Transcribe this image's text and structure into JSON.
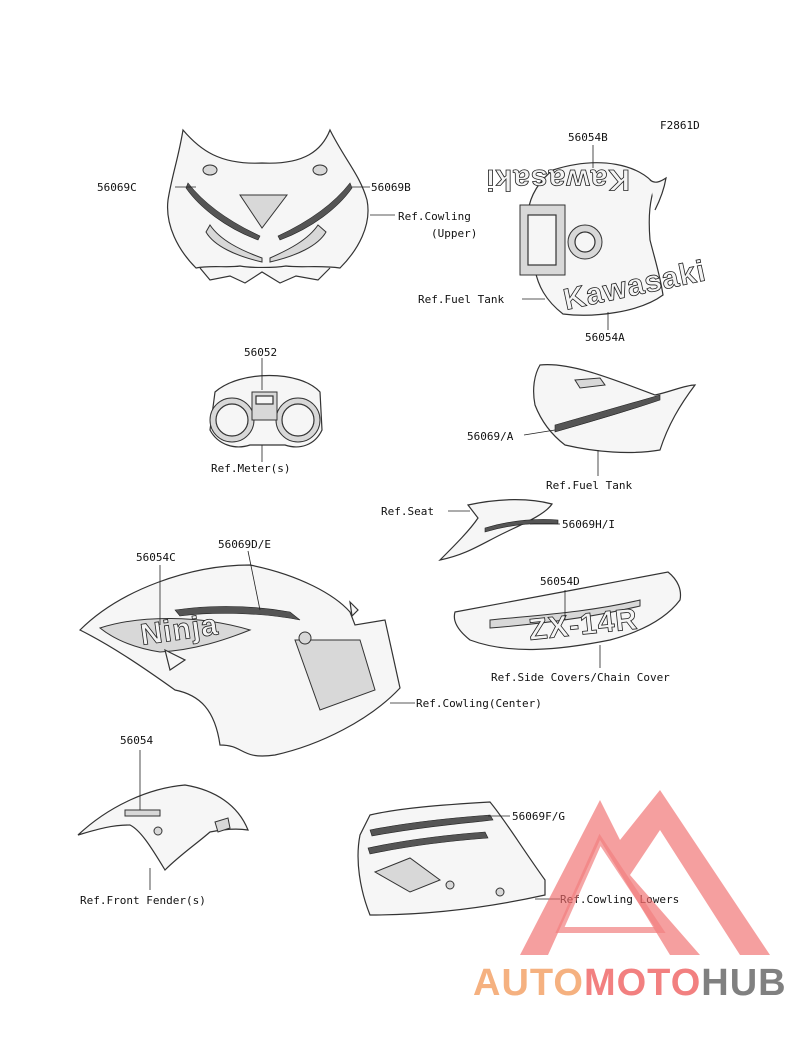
{
  "figure_code": "F2861D",
  "labels": {
    "l56069c": "56069C",
    "l56069b": "56069B",
    "ref_cowling_upper_1": "Ref.Cowling",
    "ref_cowling_upper_2": "(Upper)",
    "l56054b": "56054B",
    "ref_fuel_tank_1": "Ref.Fuel Tank",
    "l56054a": "56054A",
    "l56052": "56052",
    "ref_meter": "Ref.Meter(s)",
    "l56069a": "56069/A",
    "ref_fuel_tank_2": "Ref.Fuel Tank",
    "ref_seat": "Ref.Seat",
    "l56069hi": "56069H/I",
    "l56054c": "56054C",
    "l56069de": "56069D/E",
    "l56054d": "56054D",
    "ref_side_covers": "Ref.Side Covers/Chain Cover",
    "ref_cowling_center": "Ref.Cowling(Center)",
    "l56054": "56054",
    "l56069fg": "56069F/G",
    "ref_front_fender": "Ref.Front Fender(s)",
    "ref_cowling_lowers": "Ref.Cowling Lowers"
  },
  "decal_text": {
    "tank_top": "Kawasaki",
    "tank_side": "Kawasaki",
    "cowling_center": "Ninja",
    "side_cover": "ZX-14R"
  },
  "watermark": {
    "part1": "AUTO",
    "part2": "MOTO",
    "part3": "HUB",
    "color_primary": "#f4a46a",
    "color_secondary": "#f06a6a",
    "color_tertiary": "#6b6b6b"
  }
}
